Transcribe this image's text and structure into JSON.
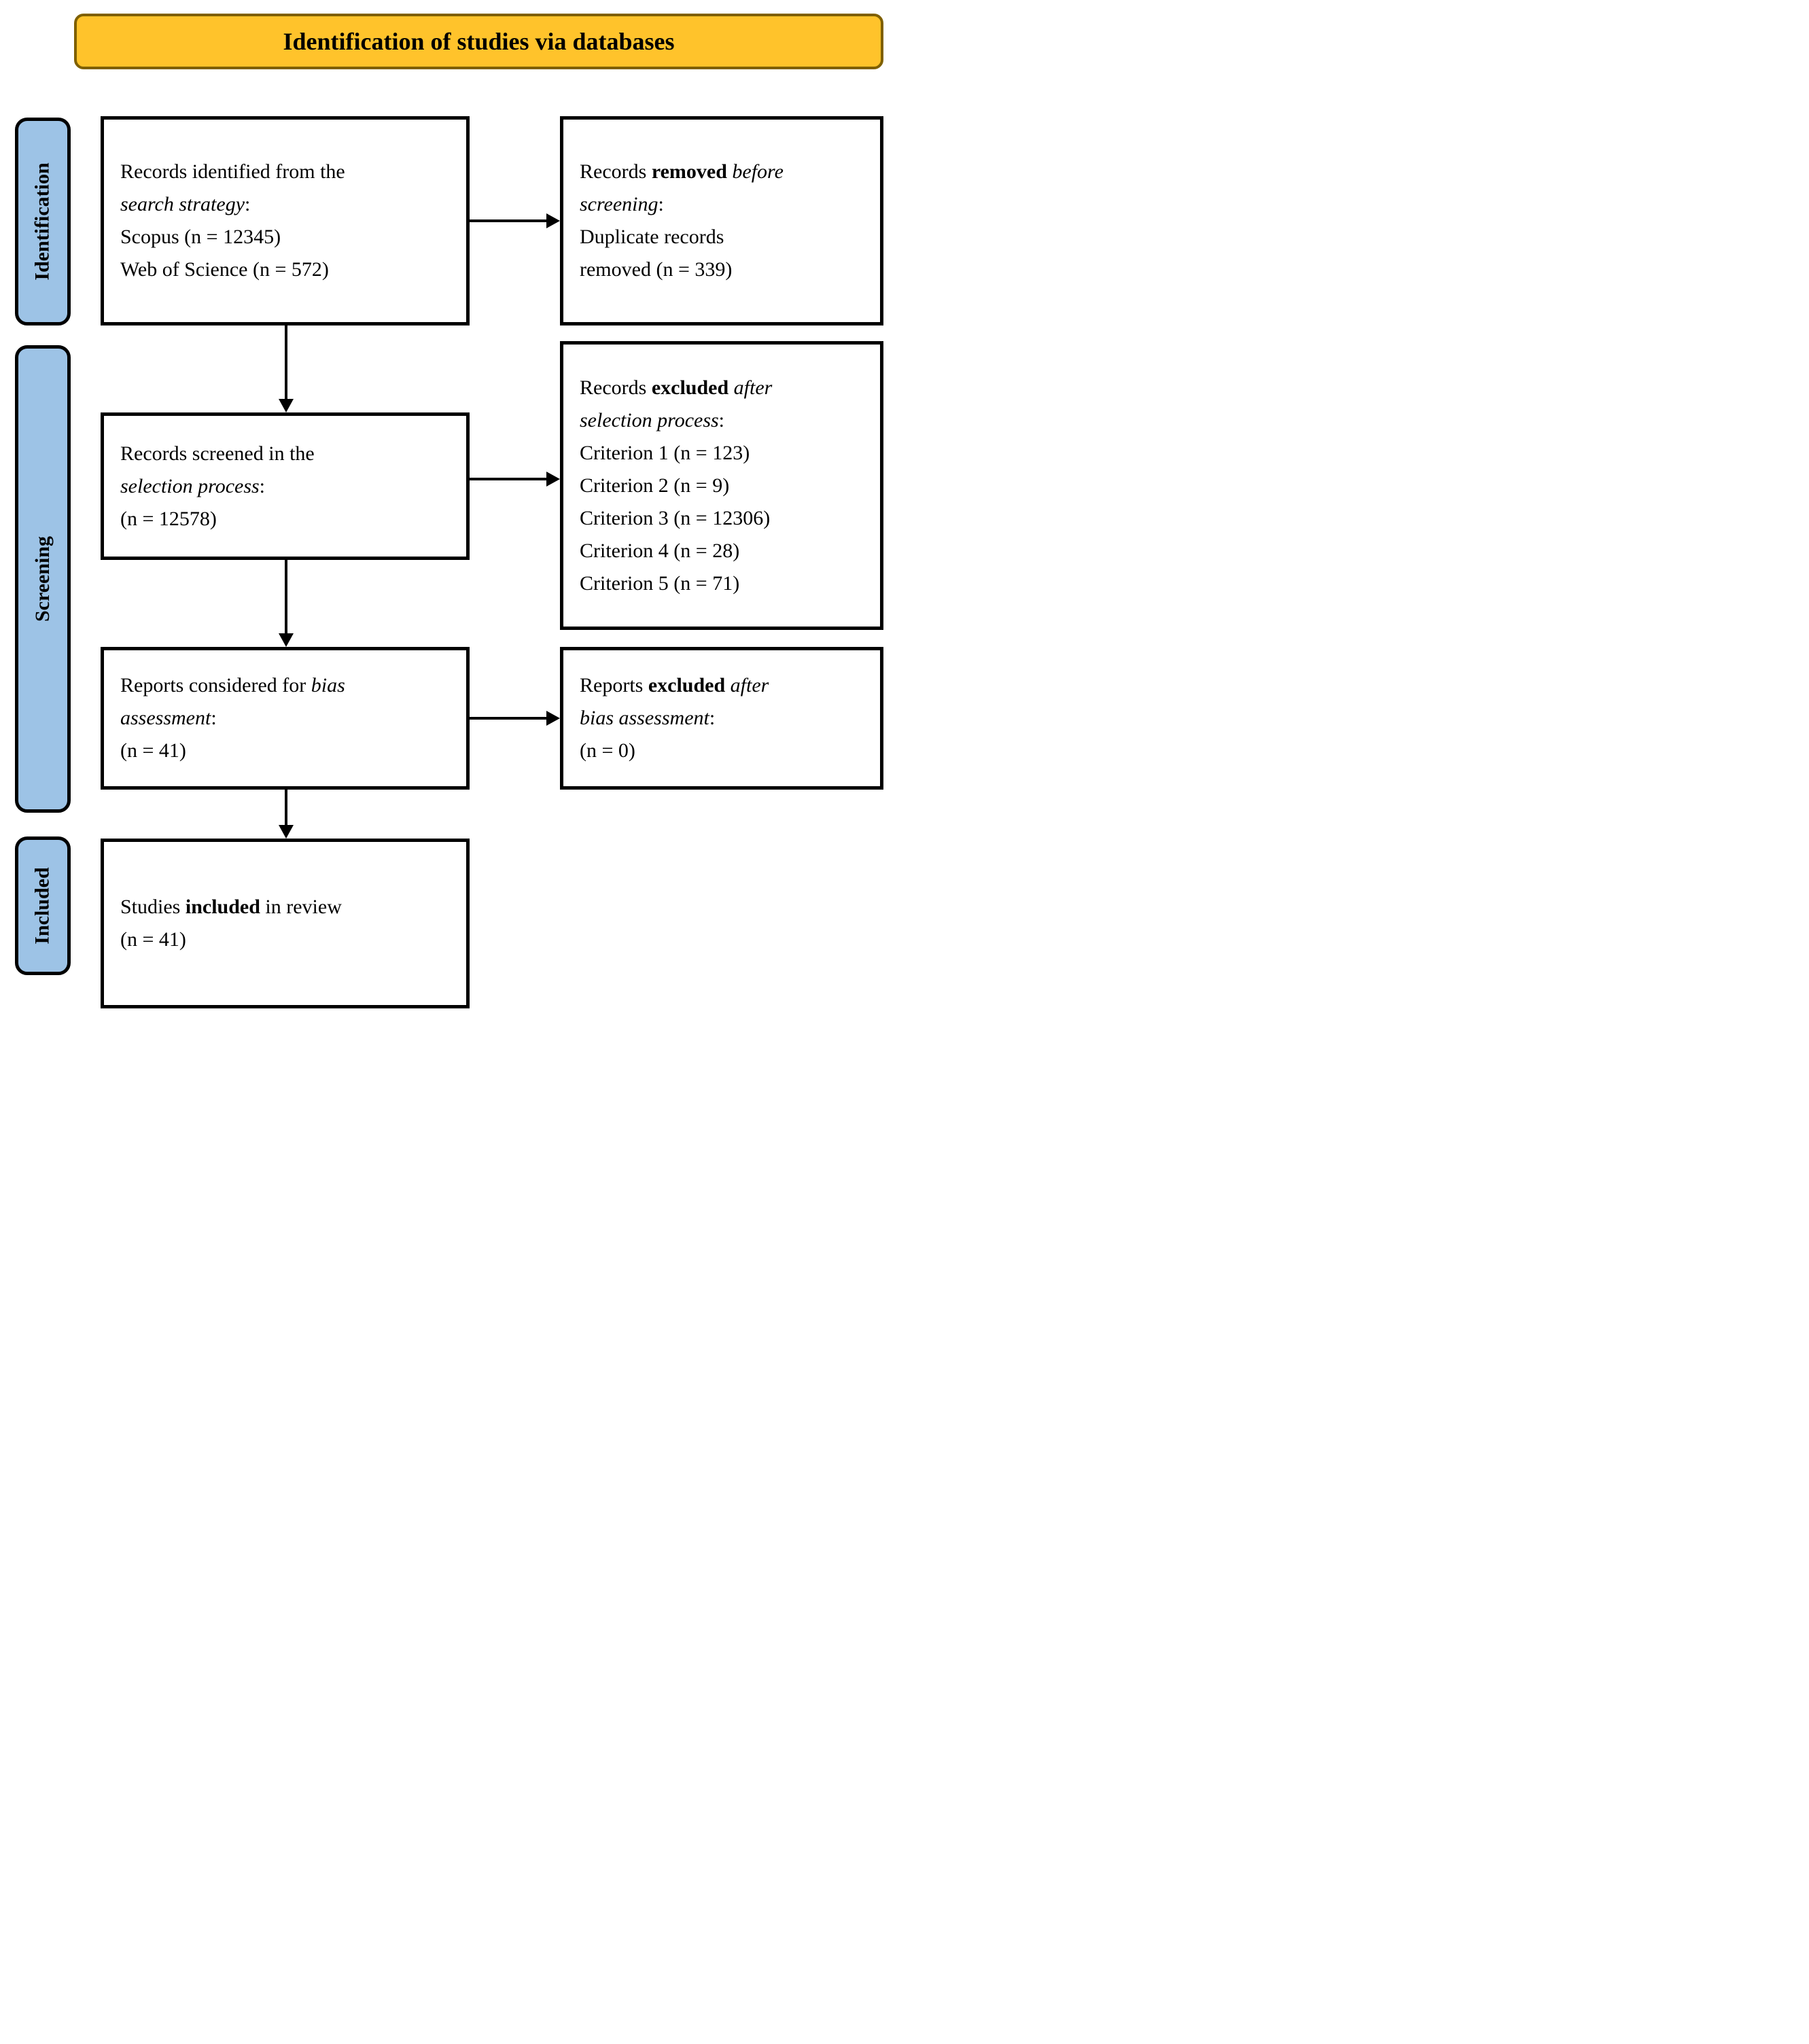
{
  "title": "PRISMA flow diagram",
  "colors": {
    "banner_fill": "#FFC32B",
    "banner_border": "#7F6000",
    "side_fill": "#9DC3E6",
    "ink": "#000000",
    "paper": "#FFFFFF"
  },
  "banner": {
    "label": "Identification of studies via databases"
  },
  "sidebar": {
    "items": [
      {
        "id": "identification",
        "label": "Identification"
      },
      {
        "id": "screening",
        "label": "Screening"
      },
      {
        "id": "included",
        "label": "Included"
      }
    ]
  },
  "boxes": [
    {
      "id": "records-identified",
      "lines": [
        [
          {
            "t": "Records identified from the"
          }
        ],
        [
          {
            "t": "search strategy",
            "i": true
          },
          {
            "t": ":"
          }
        ],
        [
          {
            "t": "Scopus (n = 12345)"
          }
        ],
        [
          {
            "t": "Web of Science (n = 572)"
          }
        ]
      ]
    },
    {
      "id": "records-removed-before-screening",
      "lines": [
        [
          {
            "t": "Records "
          },
          {
            "t": "removed",
            "b": true
          },
          {
            "t": " "
          },
          {
            "t": "before",
            "i": true
          }
        ],
        [
          {
            "t": "screening",
            "i": true
          },
          {
            "t": ":"
          }
        ],
        [
          {
            "t": "Duplicate records"
          }
        ],
        [
          {
            "t": "removed (n = 339)"
          }
        ]
      ]
    },
    {
      "id": "records-screened",
      "lines": [
        [
          {
            "t": "Records screened in the"
          }
        ],
        [
          {
            "t": "selection process",
            "i": true
          },
          {
            "t": ":"
          }
        ],
        [
          {
            "t": "(n = 12578)"
          }
        ]
      ]
    },
    {
      "id": "records-excluded-after-selection",
      "lines": [
        [
          {
            "t": "Records "
          },
          {
            "t": "excluded",
            "b": true
          },
          {
            "t": " "
          },
          {
            "t": "after",
            "i": true
          }
        ],
        [
          {
            "t": "selection process",
            "i": true
          },
          {
            "t": ":"
          }
        ],
        [
          {
            "t": "Criterion 1 (n = 123)"
          }
        ],
        [
          {
            "t": "Criterion 2 (n = 9)"
          }
        ],
        [
          {
            "t": "Criterion 3 (n = 12306)"
          }
        ],
        [
          {
            "t": "Criterion 4 (n = 28)"
          }
        ],
        [
          {
            "t": "Criterion 5 (n = 71)"
          }
        ]
      ]
    },
    {
      "id": "reports-considered-for-bias",
      "lines": [
        [
          {
            "t": "Reports considered for "
          },
          {
            "t": "bias",
            "i": true
          }
        ],
        [
          {
            "t": "assessment",
            "i": true
          },
          {
            "t": ":"
          }
        ],
        [
          {
            "t": "(n = 41)"
          }
        ]
      ]
    },
    {
      "id": "reports-excluded-after-bias",
      "lines": [
        [
          {
            "t": "Reports "
          },
          {
            "t": "excluded",
            "b": true
          },
          {
            "t": " "
          },
          {
            "t": "after",
            "i": true
          }
        ],
        [
          {
            "t": "bias assessment",
            "i": true
          },
          {
            "t": ":"
          }
        ],
        [
          {
            "t": "(n = 0)"
          }
        ]
      ]
    },
    {
      "id": "studies-included",
      "lines": [
        [
          {
            "t": "Studies "
          },
          {
            "t": "included",
            "b": true
          },
          {
            "t": " in review"
          }
        ],
        [
          {
            "t": "(n = 41)"
          }
        ]
      ]
    }
  ]
}
